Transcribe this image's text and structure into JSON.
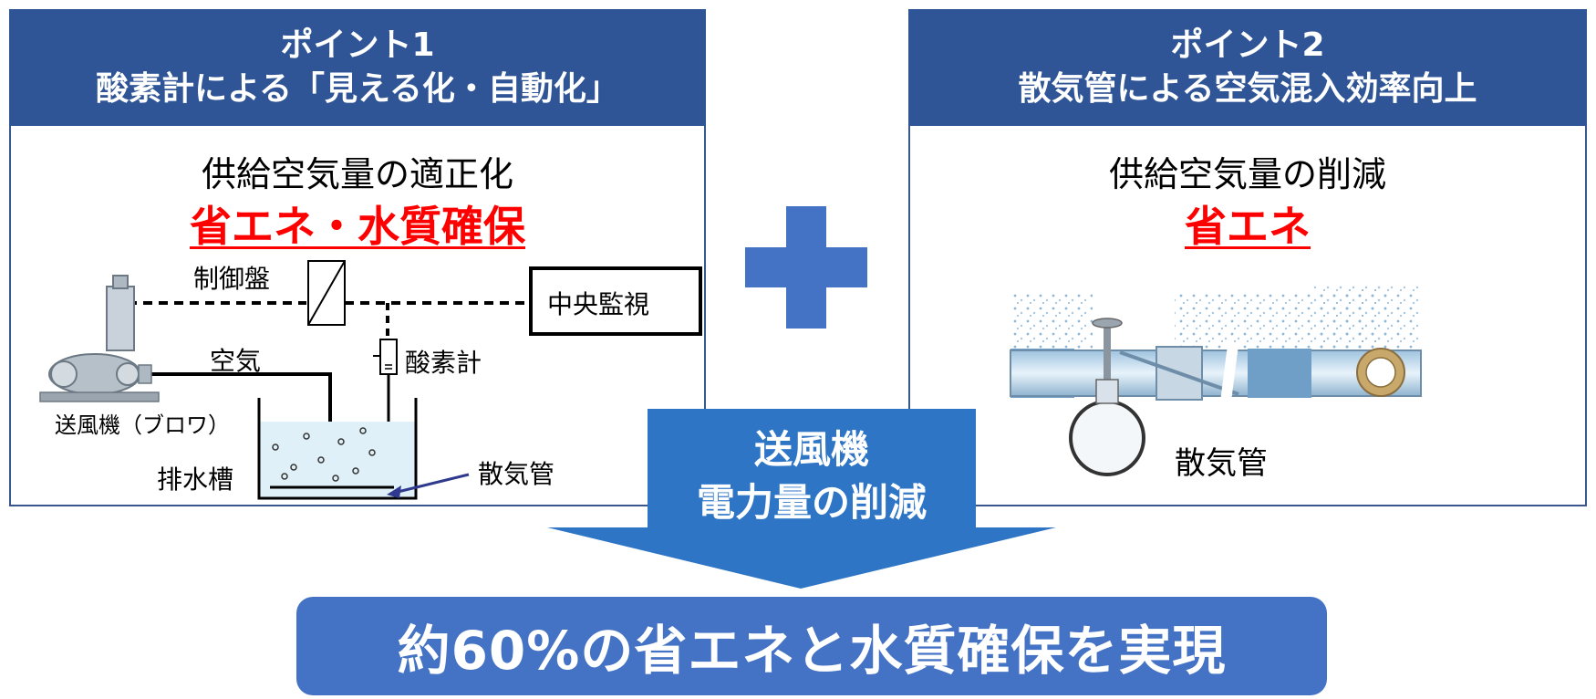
{
  "point1": {
    "header_line1": "ポイント1",
    "header_line2": "酸素計による「見える化・自動化」",
    "subtitle": "供給空気量の適正化",
    "highlight": "省エネ・水質確保",
    "labels": {
      "control_panel": "制御盤",
      "central_monitor": "中央監視",
      "air": "空気",
      "oxygen_meter": "酸素計",
      "blower": "送風機（ブロワ）",
      "tank": "排水槽",
      "diffuser": "散気管"
    }
  },
  "point2": {
    "header_line1": "ポイント2",
    "header_line2": "散気管による空気混入効率向上",
    "subtitle": "供給空気量の削減",
    "highlight": "省エネ",
    "diffuser_label": "散気管"
  },
  "result": {
    "line1": "送風機",
    "line2": "電力量の削減"
  },
  "banner": "約60%の省エネと水質確保を実現",
  "colors": {
    "header_blue": "#2f5597",
    "accent_blue": "#4472c4",
    "arrow_blue": "#2e75c6",
    "highlight_red": "#ff0000"
  }
}
